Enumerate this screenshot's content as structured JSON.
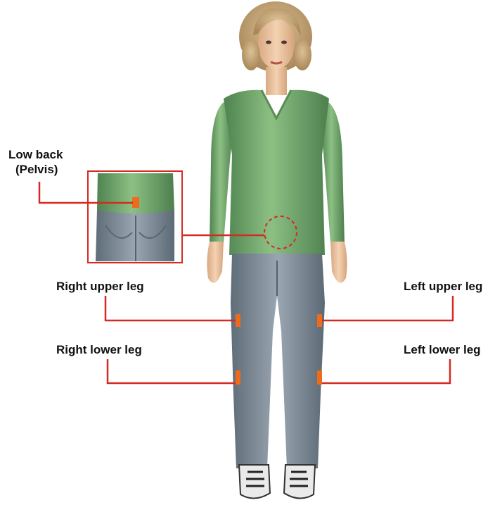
{
  "colors": {
    "callout_line": "#d42a22",
    "sensor": "#ee6b1c",
    "shirt": "#6ea068",
    "jeans": "#7d8b97",
    "skin": "#ecc39d",
    "hair": "#c9a97a"
  },
  "labels": {
    "low_back_line1": "Low back",
    "low_back_line2": "(Pelvis)",
    "right_upper_leg": "Right upper leg",
    "left_upper_leg": "Left upper leg",
    "right_lower_leg": "Right lower leg",
    "left_lower_leg": "Left lower leg"
  }
}
